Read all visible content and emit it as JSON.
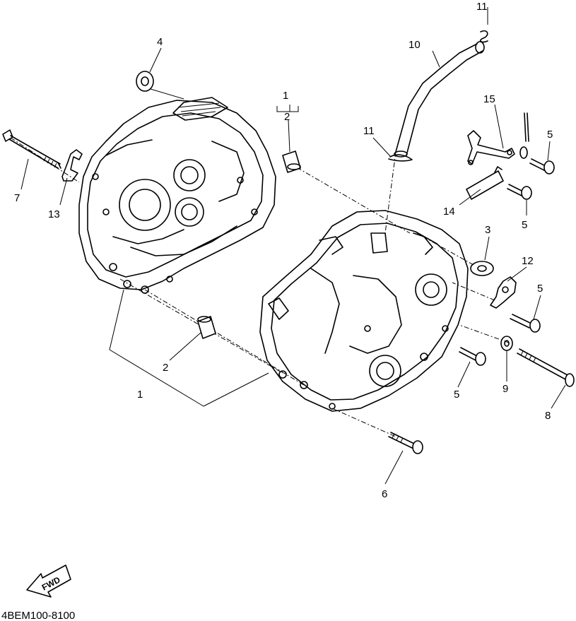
{
  "callouts": {
    "c1": "1",
    "c1b": "1",
    "c2": "2",
    "c2b": "2",
    "c3": "3",
    "c4": "4",
    "c5a": "5",
    "c5b": "5",
    "c5c": "5",
    "c5d": "5",
    "c6": "6",
    "c7": "7",
    "c8": "8",
    "c9": "9",
    "c10": "10",
    "c11a": "11",
    "c11b": "11",
    "c12": "12",
    "c13": "13",
    "c14": "14",
    "c15": "15"
  },
  "direction_marker": "FWD",
  "diagram_code": "4BEM100-8100"
}
